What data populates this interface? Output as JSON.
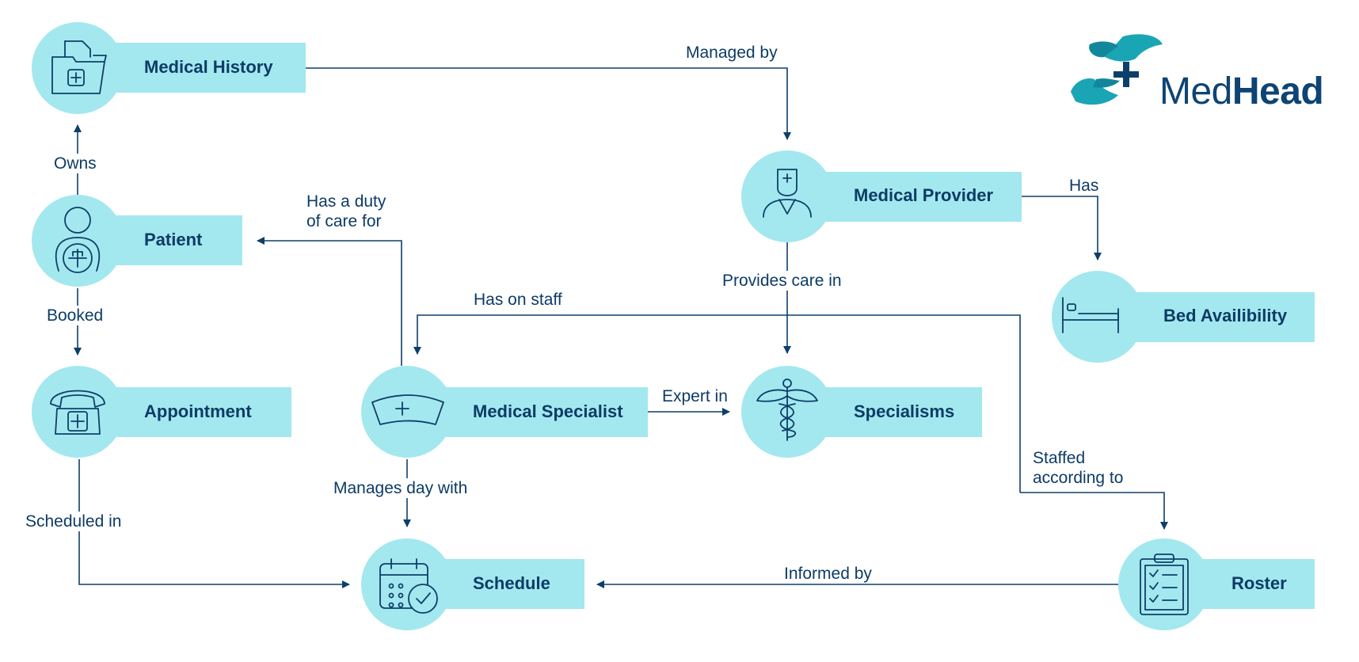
{
  "brand": {
    "name_part1": "Med",
    "name_part2": "Head"
  },
  "colors": {
    "accent": "#a3e8ee",
    "ink": "#0e3f6b",
    "logo_teal": "#1aa5b5"
  },
  "entities": {
    "medical_history": {
      "label": "Medical History",
      "icon": "folder-plus-icon"
    },
    "patient": {
      "label": "Patient",
      "icon": "person-plus-icon"
    },
    "appointment": {
      "label": "Appointment",
      "icon": "telephone-plus-icon"
    },
    "medical_specialist": {
      "label": "Medical Specialist",
      "icon": "nurse-cap-icon"
    },
    "schedule": {
      "label": "Schedule",
      "icon": "calendar-check-icon"
    },
    "medical_provider": {
      "label": "Medical Provider",
      "icon": "doctor-icon"
    },
    "specialisms": {
      "label": "Specialisms",
      "icon": "caduceus-icon"
    },
    "bed_availability": {
      "label": "Bed Availibility",
      "icon": "bed-icon"
    },
    "roster": {
      "label": "Roster",
      "icon": "clipboard-checklist-icon"
    }
  },
  "relations": {
    "managed_by": "Managed by",
    "owns": "Owns",
    "has": "Has",
    "duty_line1": "Has a duty",
    "duty_line2": "of care for",
    "booked": "Booked",
    "provides_care_in": "Provides care in",
    "has_on_staff": "Has on staff",
    "expert_in": "Expert in",
    "staffed_line1": "Staffed",
    "staffed_line2": "according to",
    "manages_day_with": "Manages day with",
    "scheduled_in": "Scheduled in",
    "informed_by": "Informed by"
  }
}
